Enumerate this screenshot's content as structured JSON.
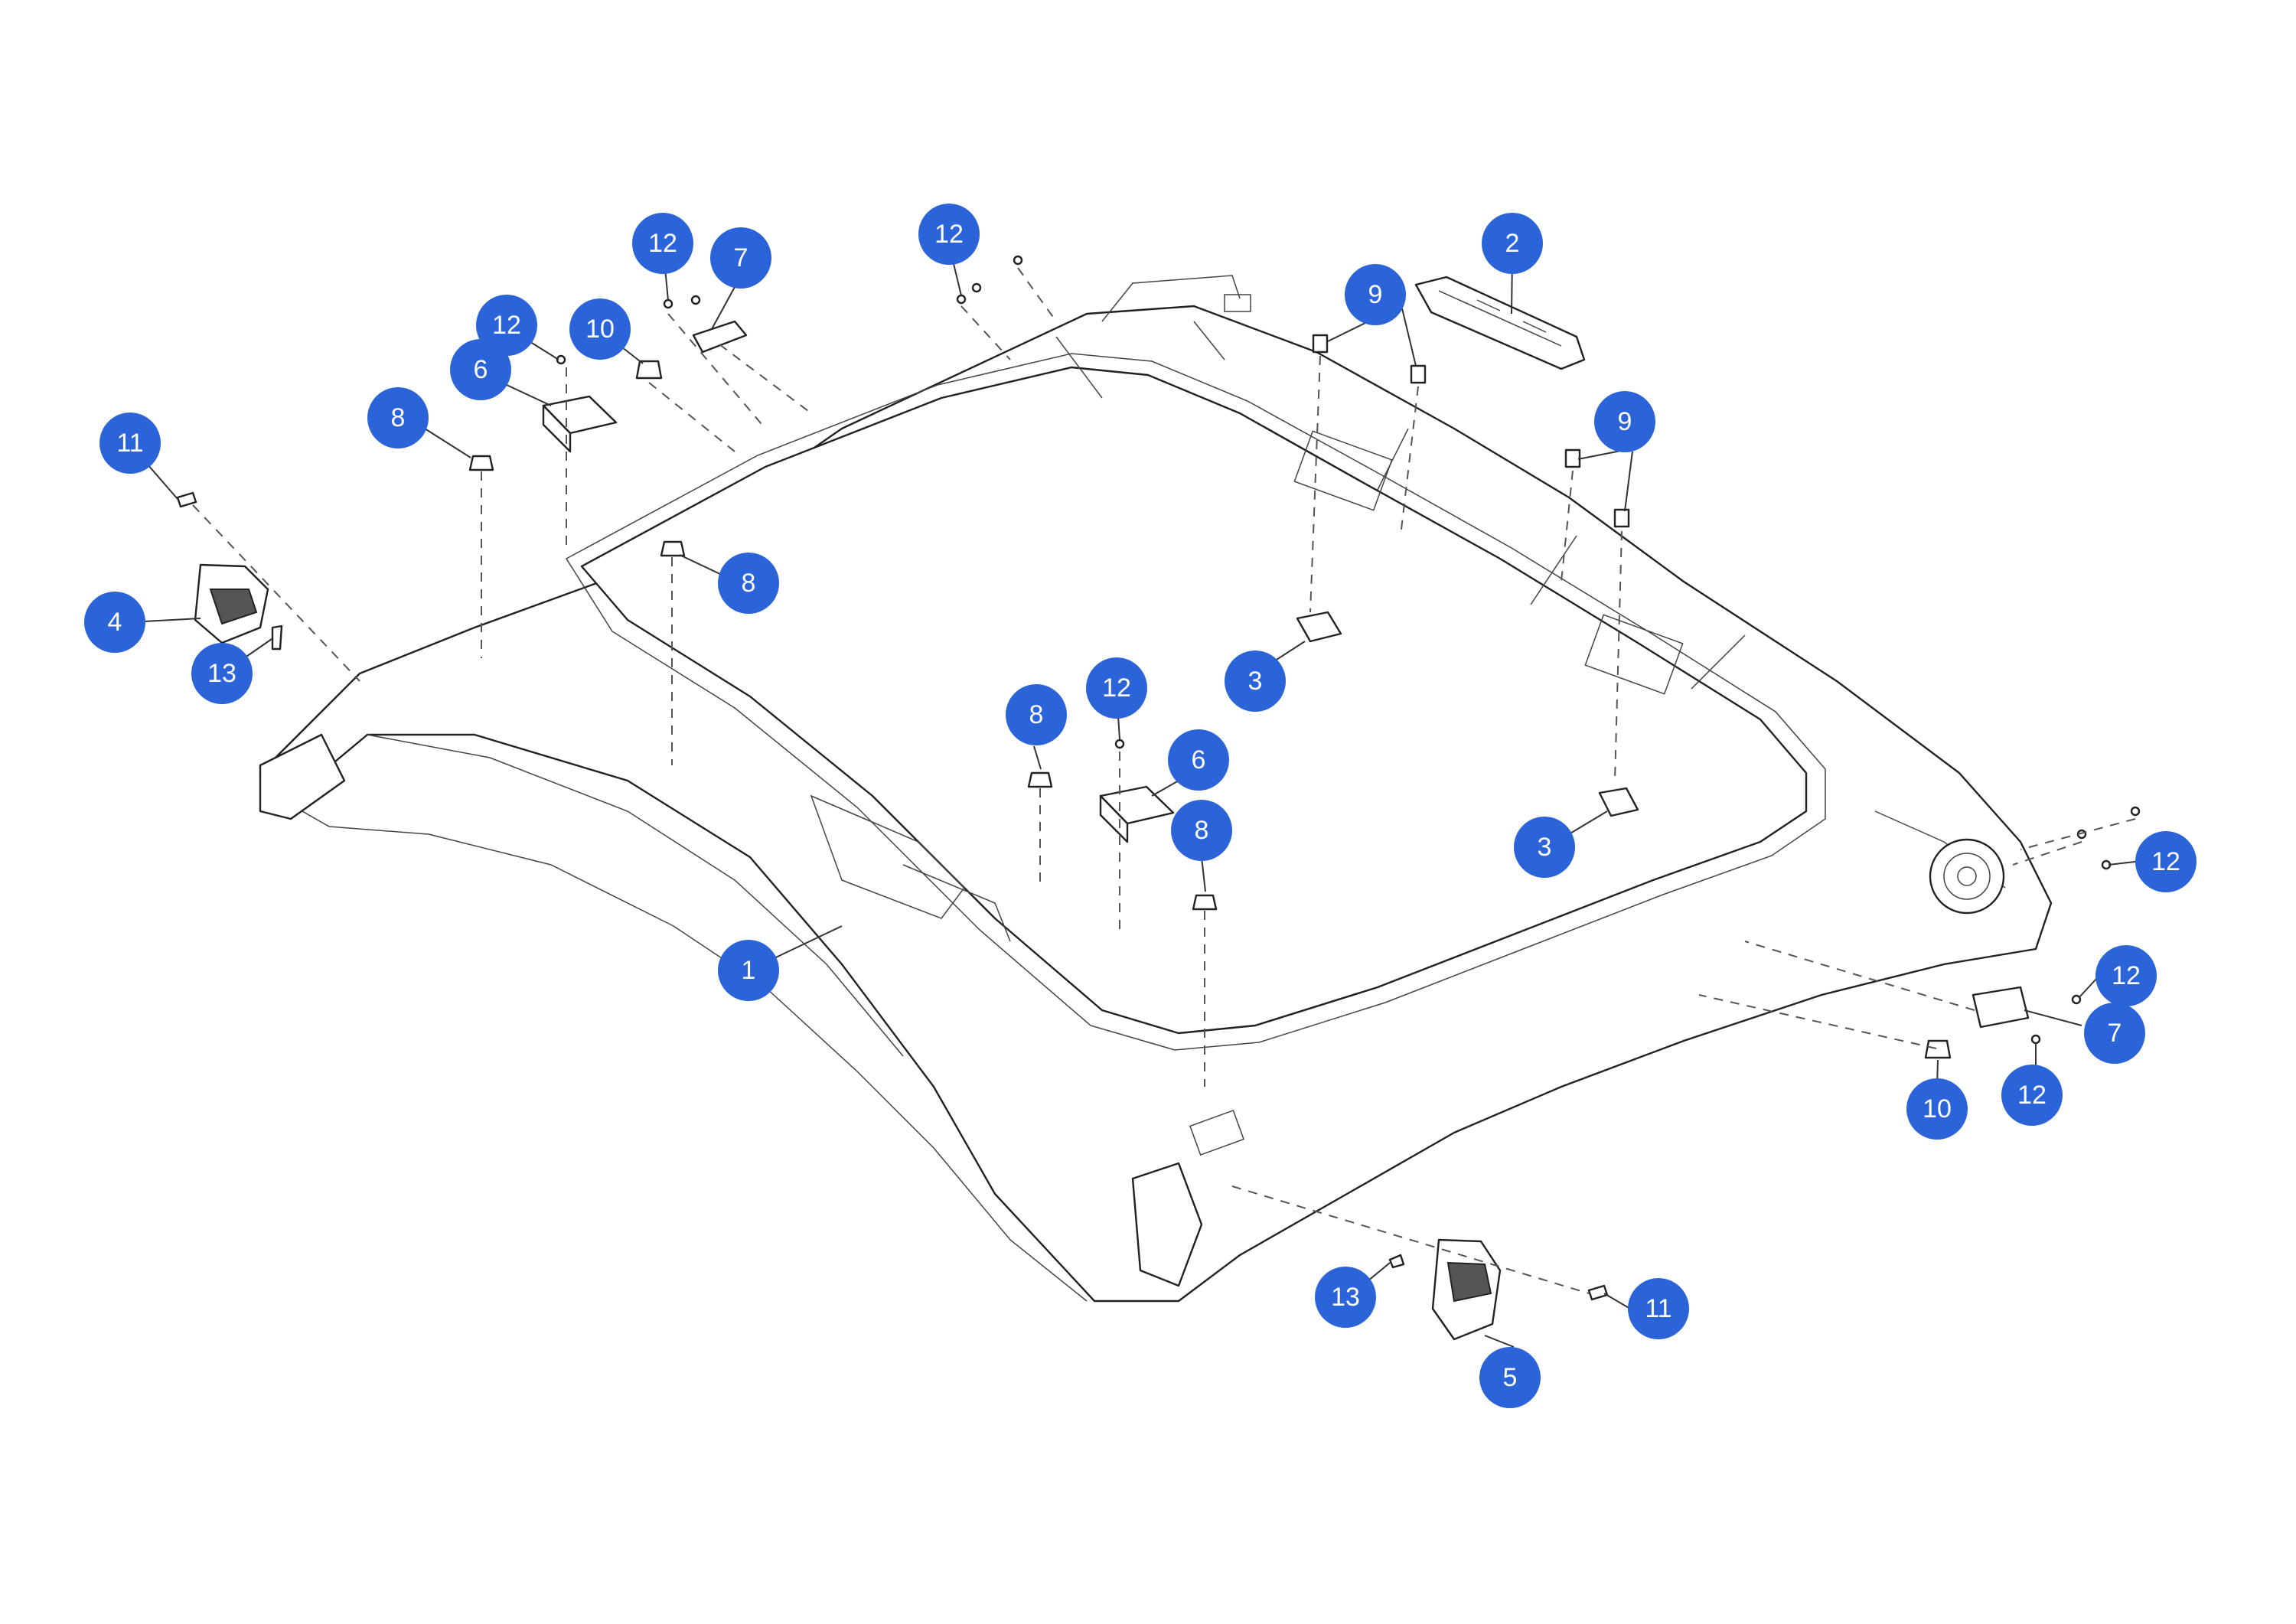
{
  "callouts": [
    {
      "id": "c1",
      "label": "1"
    },
    {
      "id": "c2",
      "label": "2"
    },
    {
      "id": "c3a",
      "label": "3"
    },
    {
      "id": "c3b",
      "label": "3"
    },
    {
      "id": "c4",
      "label": "4"
    },
    {
      "id": "c5",
      "label": "5"
    },
    {
      "id": "c6a",
      "label": "6"
    },
    {
      "id": "c6b",
      "label": "6"
    },
    {
      "id": "c7a",
      "label": "7"
    },
    {
      "id": "c7b",
      "label": "7"
    },
    {
      "id": "c8a",
      "label": "8"
    },
    {
      "id": "c8b",
      "label": "8"
    },
    {
      "id": "c8c",
      "label": "8"
    },
    {
      "id": "c8d",
      "label": "8"
    },
    {
      "id": "c9a",
      "label": "9"
    },
    {
      "id": "c9b",
      "label": "9"
    },
    {
      "id": "c10a",
      "label": "10"
    },
    {
      "id": "c10b",
      "label": "10"
    },
    {
      "id": "c11a",
      "label": "11"
    },
    {
      "id": "c11b",
      "label": "11"
    },
    {
      "id": "c12a",
      "label": "12"
    },
    {
      "id": "c12b",
      "label": "12"
    },
    {
      "id": "c12c",
      "label": "12"
    },
    {
      "id": "c12d",
      "label": "12"
    },
    {
      "id": "c12e",
      "label": "12"
    },
    {
      "id": "c12f",
      "label": "12"
    },
    {
      "id": "c12g",
      "label": "12"
    },
    {
      "id": "c13a",
      "label": "13"
    },
    {
      "id": "c13b",
      "label": "13"
    }
  ],
  "colors": {
    "callout_fill": "#2b63d9",
    "callout_text": "#ffffff",
    "line_art": "#222222"
  }
}
